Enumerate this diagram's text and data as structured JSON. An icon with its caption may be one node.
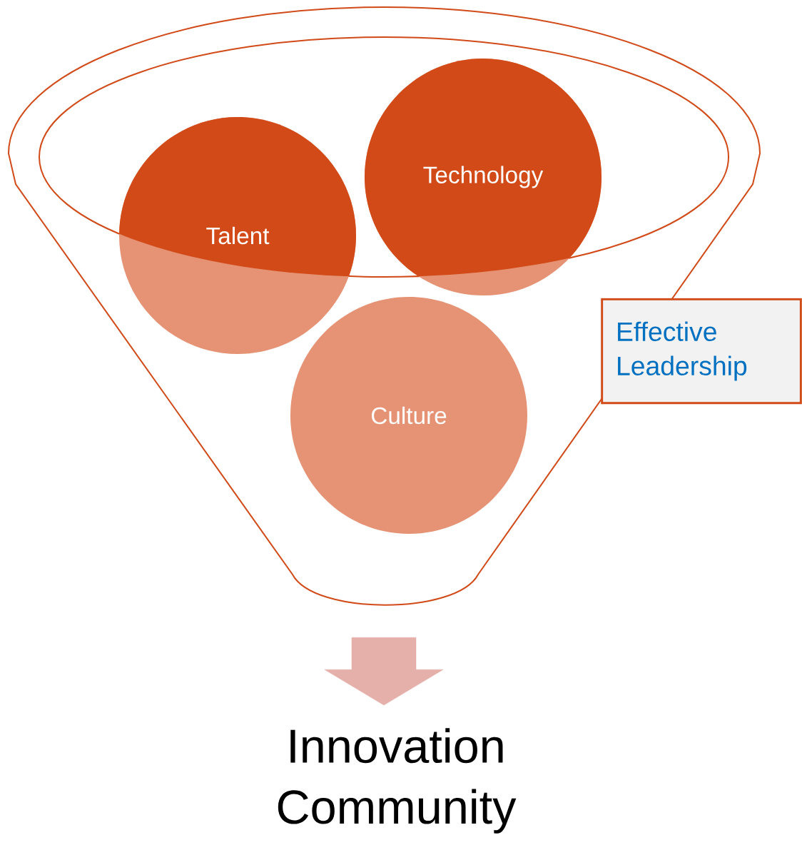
{
  "diagram": {
    "nodes": [
      {
        "text": [],
        "shape": "funnel"
      },
      {
        "text": [
          "Talent"
        ],
        "in": 0
      },
      {
        "text": [
          "Technology"
        ],
        "in": 0
      },
      {
        "text": [
          "Culture"
        ],
        "in": 0
      },
      {
        "text": [
          "Effective Leadership"
        ]
      },
      {
        "text": [
          "Innovation Community"
        ]
      }
    ],
    "edges": [
      {
        "from": 0,
        "to": 5,
        "arrow": "to"
      }
    ]
  }
}
